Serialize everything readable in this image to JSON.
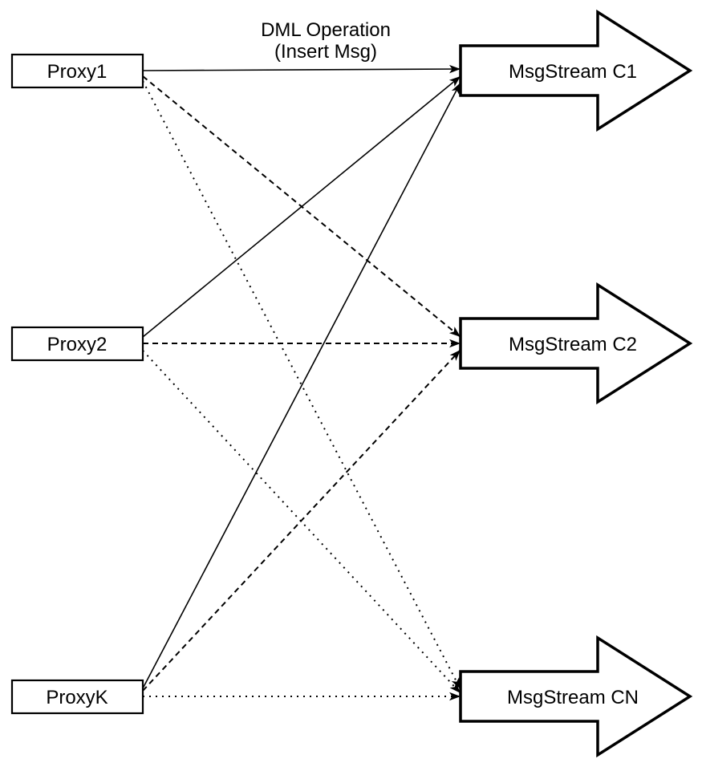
{
  "diagram": {
    "colors": {
      "ink": "#000000",
      "background": "#ffffff"
    },
    "title": {
      "line1": "DML Operation",
      "line2": "(Insert Msg)"
    },
    "proxies": [
      {
        "id": "proxy1",
        "label": "Proxy1"
      },
      {
        "id": "proxy2",
        "label": "Proxy2"
      },
      {
        "id": "proxyk",
        "label": "ProxyK"
      }
    ],
    "streams": [
      {
        "id": "msgstream-c1",
        "label": "MsgStream C1"
      },
      {
        "id": "msgstream-c2",
        "label": "MsgStream C2"
      },
      {
        "id": "msgstream-cn",
        "label": "MsgStream CN"
      }
    ],
    "edges": [
      {
        "from": "Proxy1",
        "to": "MsgStream C1",
        "style": "solid",
        "arrowhead": "filled-black"
      },
      {
        "from": "Proxy2",
        "to": "MsgStream C1",
        "style": "solid",
        "arrowhead": "filled-black"
      },
      {
        "from": "ProxyK",
        "to": "MsgStream C1",
        "style": "solid",
        "arrowhead": "filled-black"
      },
      {
        "from": "Proxy1",
        "to": "MsgStream C2",
        "style": "dashed",
        "arrowhead": "filled-black"
      },
      {
        "from": "Proxy2",
        "to": "MsgStream C2",
        "style": "dashed",
        "arrowhead": "filled-black"
      },
      {
        "from": "ProxyK",
        "to": "MsgStream C2",
        "style": "dashed",
        "arrowhead": "filled-black"
      },
      {
        "from": "Proxy1",
        "to": "MsgStream CN",
        "style": "dotted",
        "arrowhead": "filled-black"
      },
      {
        "from": "Proxy2",
        "to": "MsgStream CN",
        "style": "dotted",
        "arrowhead": "filled-black"
      },
      {
        "from": "ProxyK",
        "to": "MsgStream CN",
        "style": "dotted",
        "arrowhead": "filled-black"
      }
    ]
  }
}
